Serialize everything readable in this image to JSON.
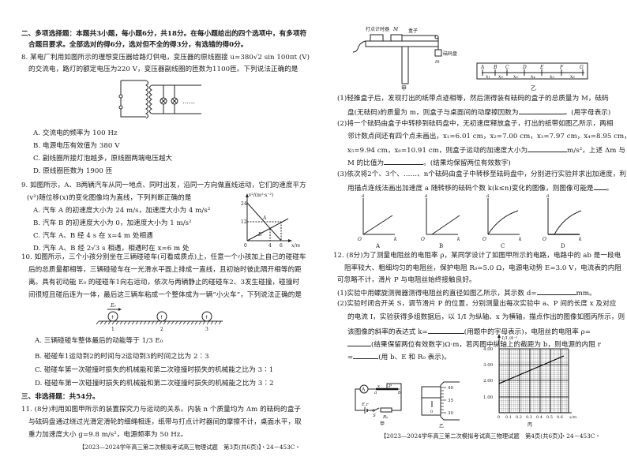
{
  "left_page": {
    "section2": {
      "title": "二、多项选择题：本题共3小题，每小题6分，共18分。在每小题给出的四个选项中，有多项符",
      "title_cont": "合题目要求。全部选对的得6分，选对但不全的得3分，有选错的得0分。"
    },
    "q8": {
      "stem1": "8. 某电厂利用如图所示的理想变压器给路灯供电，变压器的原线圈接 u=380√2 sin 100πt (V)",
      "stem2": "的交流电，路灯的额定电压为220 V，变压器副线圈的匝数为1100匝。下列说法正确的是",
      "dots": "……",
      "options": [
        "A. 交流电的频率为 100 Hz",
        "B. 电源电压有效值为 380 V",
        "C. 副线圈所接灯泡越多，原线圈两端电压越大",
        "D. 原线圈匝数为 1900 匝"
      ]
    },
    "q9": {
      "stem1": "9. 如图所示，A、B两辆汽车从同一地点、同时出发，沿同一方向做直线运动，它们的速度平方",
      "stem2": "(v²)随位移(x)的变化图像均为直线，下列判断正确的是",
      "options": [
        "A. 汽车 A 的初速度大小为 24 m/s，加速度大小为 4 m/s²",
        "B. 汽车 B 的初速度大小为 0，加速度大小为 1 m/s²",
        "C. 汽车 A、B 经 4 s 在 x=4 m 处相遇",
        "D. 汽车 A、B 经 2√3 s 相遇，相遇时在 x=6 m 处"
      ],
      "graph": {
        "ylabel": "v²/(m²·s⁻²)",
        "xlabel": "x/m",
        "y_ticks": [
          "24",
          "12"
        ],
        "x_ticks": [
          "0",
          "4",
          "6"
        ],
        "line_a": "A",
        "line_b": "B"
      }
    },
    "q10": {
      "stem1": "10. 如图所示，三个小孩分别坐在三辆碰碰车(可看成质点)上，任意一个小孩加上自己的碰碰车",
      "stem2": "后的总质量都相等，三辆碰碰车在一光滑水平面上排成一直线，且初始时彼此隔开相等的距",
      "stem3": "离。具有初动能 E₀ 的碰碰车1向右运动，依次与两辆静止的碰碰车2、3发生碰撞，碰撞时",
      "stem4": "间很短且碰后连为一体，最后这三辆车粘成一个整体成为一辆“小火车”，下列说法正确的是",
      "figure": {
        "arrow_label": "E₀",
        "car_labels": [
          "1",
          "2",
          "3"
        ]
      },
      "options": [
        "A. 三辆碰碰车整体最后的动能等于 1/3 E₀",
        "B. 碰碰车1运动到2的时间与2运动到3的时间之比为 2∶3",
        "C. 碰碰车第一次碰撞时损失的机械能和第二次碰撞时损失的机械能之比为 3∶1",
        "D. 碰碰车第一次碰撞时损失的机械能和第二次碰撞时损失的机械能之比为 3∶2"
      ]
    },
    "section3": {
      "title": "三、非选择题：共54分。"
    },
    "q11": {
      "stem1": "11. (8分)利用如图甲所示的装置探究力与运动的关系。内装 n 个质量均为 Δm 的砝码的盒子",
      "stem2": "与砝码盘通过绕过光滑定滑轮的细绳相连，纸带与打点计时器间的摩擦不计，桌面水平，取",
      "stem3": "重力加速度大小 g=9.8 m/s²，电源频率为 50 Hz。"
    },
    "footer": {
      "text": "【2023—2024学年高三第二次模拟考试高三物理试题　第3页(共6页)】",
      "code": "・24－453C・"
    }
  },
  "right_page": {
    "fig_jia": {
      "timer_label": "打点计时器",
      "mass_label": "M",
      "box_label": "盒子",
      "pan_label": "砝码盘",
      "pan_mass": "m",
      "caption": "甲"
    },
    "fig_yi": {
      "points": [
        "A",
        "B",
        "C",
        "D",
        "E",
        "F",
        "G"
      ],
      "segments": [
        "x₁",
        "x₂",
        "x₃",
        "x₄",
        "x₅",
        "x₆"
      ],
      "caption": "乙"
    },
    "q11_parts": {
      "p1a": "(1)轻推盒子后，发现打出的纸带点迹相等，然后测得装有砝码的盒子的总质量为 M，砝码",
      "p1b": "盘(无砝码)的质量为 m，则盒子与桌面间的动摩擦因数为",
      "p1c": "。(用字母表示)",
      "p2a": "(2)将一个砝码由盒子中转移到砝码盘中，无初速度释放盒子，打出的纸带如图乙所示，两相",
      "p2b": "邻计数点间还有四个点未画出，x₁=6.01 cm，x₂=7.00 cm，x₃=7.97 cm，x₄=8.95 cm，",
      "p2c": "x₅=9.94 cm，x₆=10.91 cm，则盒子运动的加速度大小为",
      "p2d": "m/s²，上述 Δm 与",
      "p2e": "M 的比值为",
      "p2f": "。(结果均保留两位有效数字)",
      "p3a": "(3)依次将2个、3个、……、n个砝码由盒子中转移至砝码盘中，分别进行实验并求出加速度，利",
      "p3b": "用描点连线法画出加速度 a 随转移的砝码个数 k(k≤n)变化的图像，则图像可能是",
      "p3c": "。"
    },
    "graphs_abcd": [
      {
        "label": "A",
        "y": "a",
        "x": "k",
        "origin": "O"
      },
      {
        "label": "B",
        "y": "a",
        "x": "k",
        "origin": "O"
      },
      {
        "label": "C",
        "y": "a",
        "x": "k",
        "origin": "O"
      },
      {
        "label": "D",
        "y": "a",
        "x": "k",
        "origin": "O"
      }
    ],
    "q12": {
      "stem1": "12. (8分)为了测量电阻丝的电阻率 ρ，某同学设计了如图甲所示的电路，电路中的 ab 是一段电",
      "stem2": "阻率较大、粗细均匀的电阻丝，保护电阻 R₀=5.0 Ω，电源电动势 E=3.0 V，电流表的内阻",
      "stem3": "可忽略不计，滑片 P 与电阻丝始终接触良好。",
      "p1a": "(1)实验中用螺旋测微器测得电阻丝的直径如图乙所示，其示数 d=",
      "p1b": "mm。",
      "p2a": "(2)实验时闭合开关 S，调节滑片 P 的位置，分别测量出每次实验中 a、P 间的长度 x 及对应",
      "p2b": "的电流 I，实验获得多组数据后，以 1/I 为纵轴、x 为横轴，描点作出的图像如图丙所示，则",
      "p2c": "该图像的斜率的表达式 k=",
      "p2d": "(用题中的字母表示)，电阻丝的电阻率 ρ=",
      "p2e": "(结果保留两位有效数字)Ω·m，若丙图中纵轴上的截距为 b，则电源的内阻 r",
      "p2f": "=",
      "p2g": "(用 b、E 和 R₀ 表示)。"
    },
    "fig_circuit": {
      "ammeter": "A",
      "x_label": "x",
      "slider": "P",
      "a": "a",
      "b": "b",
      "source": "E,r",
      "switch": "S",
      "resistor": "R₀",
      "caption": "甲"
    },
    "fig_micrometer": {
      "ticks": [
        "40",
        "35",
        "30"
      ],
      "main_zero": "0",
      "caption": "乙"
    },
    "fig_bing": {
      "ylabel": "1/I /A⁻¹",
      "xlabel": "x/m",
      "y_ticks": [
        "4.00",
        "3.00",
        "2.00",
        "1.00"
      ],
      "x_ticks": [
        "0",
        "0.1",
        "0.2",
        "0.3",
        "0.4",
        "0.5",
        "0.6"
      ],
      "caption": "丙"
    },
    "footer": {
      "text": "【2023—2024学年高三第二次模拟考试高三物理试题　第4页(共6页)】",
      "code": "・24－453C・"
    }
  },
  "chart_data": [
    {
      "type": "line",
      "title": "Q9 v²-x graph",
      "xlabel": "x/m",
      "ylabel": "v²/(m²·s⁻²)",
      "series": [
        {
          "name": "A",
          "x": [
            0,
            6
          ],
          "values": [
            24,
            0
          ]
        },
        {
          "name": "B",
          "x": [
            0,
            6
          ],
          "values": [
            0,
            12
          ]
        }
      ],
      "y_ticks": [
        12,
        24
      ],
      "x_ticks": [
        0,
        4,
        6
      ]
    },
    {
      "type": "line",
      "title": "Q12 丙 1/I - x graph",
      "xlabel": "x/m",
      "ylabel": "1/I /A⁻¹",
      "series": [
        {
          "name": "1/I",
          "x": [
            0,
            0.6
          ],
          "values": [
            1.8,
            3.6
          ]
        }
      ],
      "ylim": [
        0,
        4.0
      ],
      "xlim": [
        0,
        0.65
      ],
      "grid": true
    }
  ]
}
